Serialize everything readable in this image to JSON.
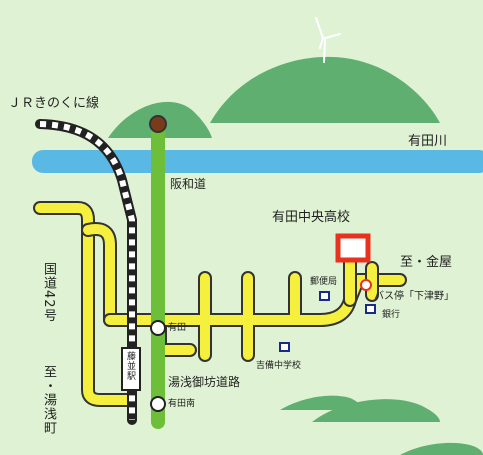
{
  "labels": {
    "jr_line": "ＪＲきのくに線",
    "river": "有田川",
    "hanwa_road": "阪和道",
    "school": "有田中央高校",
    "to_kanaya": "至・金屋",
    "post_office": "郵便局",
    "bus_stop": "バス停「下津野」",
    "bank": "銀行",
    "route42": "国道42号",
    "to_yuasa": "至・湯浅町",
    "aridaj": "有田",
    "station": "藤並駅",
    "yoshibi_jhs": "吉備中学校",
    "yuasa_road": "湯浅御坊道路",
    "arida_minami": "有田南"
  },
  "colors": {
    "background": "#dff2d4",
    "river": "#5ab8e4",
    "road": "#f5ef3d",
    "expressway": "#6dbf3a",
    "hill": "#5fb070",
    "school_marker": "#e8321e"
  },
  "icons": {
    "wind_turbine": "wind-turbine-icon",
    "tunnel": "tunnel-icon",
    "interchange": "interchange-icon",
    "building": "building-square-icon",
    "bus_stop": "bus-stop-icon"
  }
}
